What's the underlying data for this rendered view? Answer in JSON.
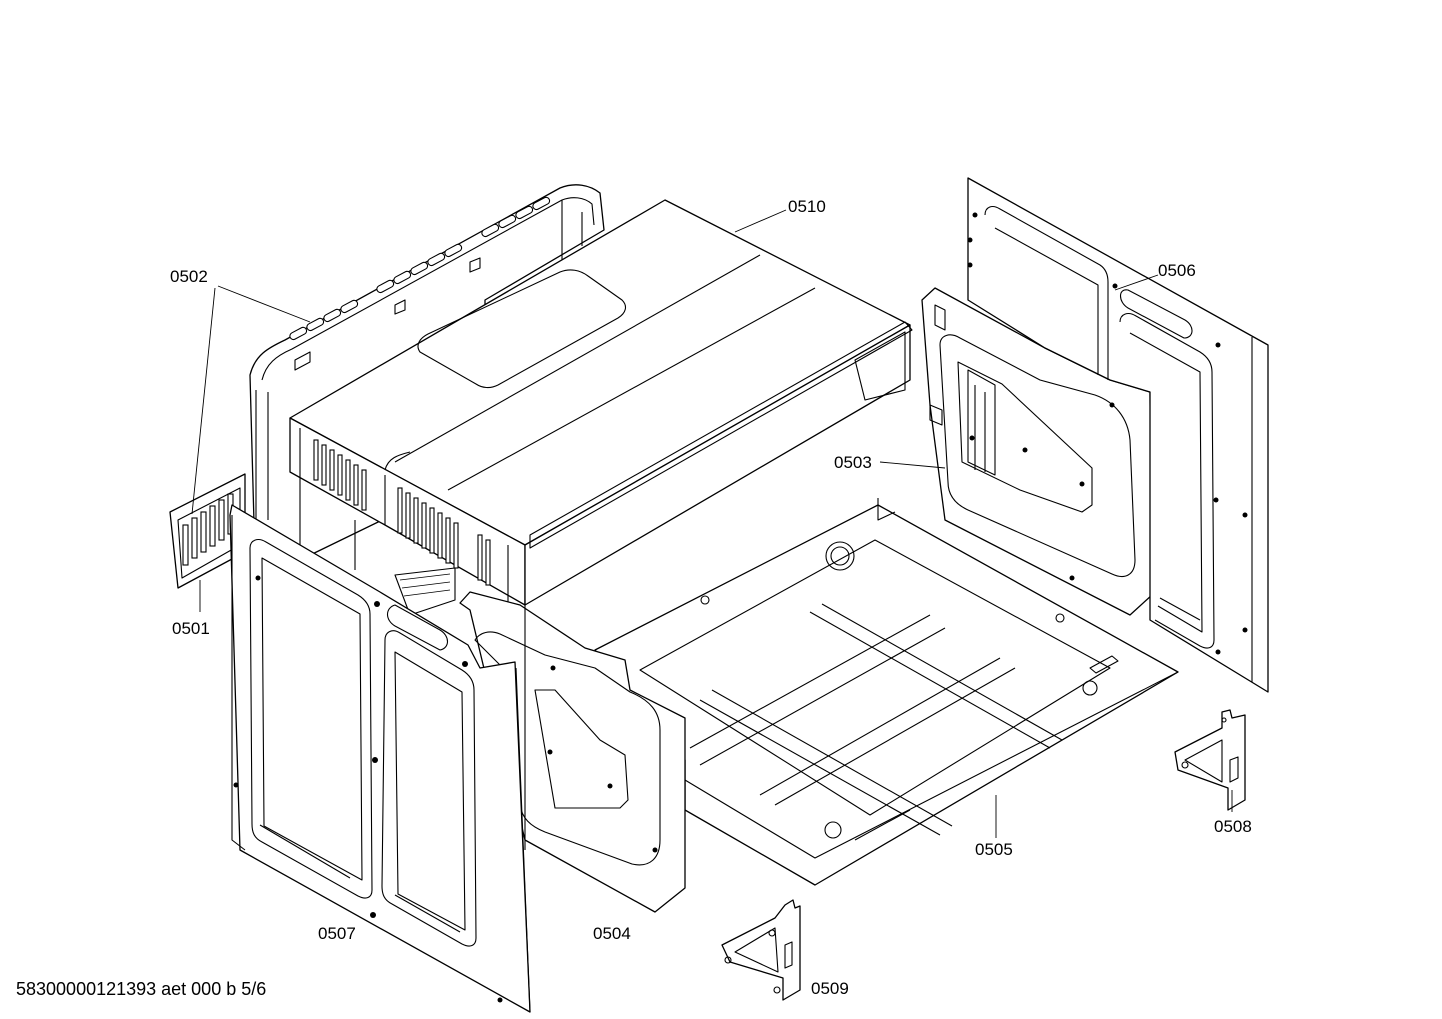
{
  "parts": [
    {
      "id": "p0501",
      "label": "0501"
    },
    {
      "id": "p0502",
      "label": "0502"
    },
    {
      "id": "p0503",
      "label": "0503"
    },
    {
      "id": "p0504",
      "label": "0504"
    },
    {
      "id": "p0505",
      "label": "0505"
    },
    {
      "id": "p0506",
      "label": "0506"
    },
    {
      "id": "p0507",
      "label": "0507"
    },
    {
      "id": "p0508",
      "label": "0508"
    },
    {
      "id": "p0509",
      "label": "0509"
    },
    {
      "id": "p0510",
      "label": "0510"
    }
  ],
  "footer": {
    "drawing_id": "58300000121393 aet 000 b 5/6"
  }
}
